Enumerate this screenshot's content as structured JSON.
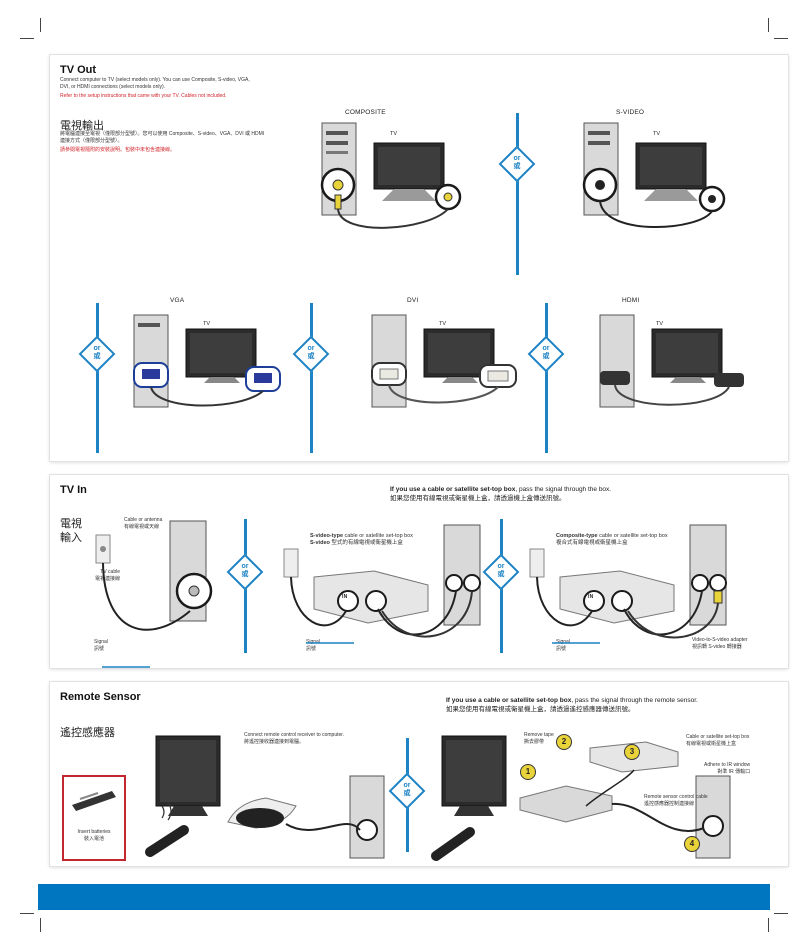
{
  "tv_out": {
    "title": "TV Out",
    "desc_en": "Connect computer to TV (select models only). You can use Composite, S-video, VGA, DVI, or HDMI connections (select models only).",
    "note_en": "Refer to the setup instructions that came with your TV. Cables not included.",
    "title_zh": "電視輸出",
    "desc_zh": "將電腦連接至電視（僅限部分型號）。您可以使用 Composite、S-video、VGA、DVI 或 HDMI 連接方式（僅限部分型號）。",
    "note_zh": "請參閱電視隨附的安裝說明。包裝中未包含連接線。",
    "composite": "COMPOSITE",
    "svideo": "S-VIDEO",
    "vga": "VGA",
    "dvi": "DVI",
    "hdmi": "HDMI",
    "tv": "TV",
    "or_en": "or",
    "or_zh": "或"
  },
  "tv_in": {
    "title": "TV In",
    "title_zh": "電視輸入",
    "stb_note_en_bold": "If you use a cable or satellite set-top box",
    "stb_note_en_rest": ", pass the signal through the box.",
    "stb_note_zh": "如果您使用有線電視或衛星機上盒，請透過機上盒傳送訊號。",
    "antenna_en": "Cable or antenna",
    "antenna_zh": "有線電視或天線",
    "tvcable_en": "TV cable",
    "tvcable_zh": "電視連接線",
    "signal_en": "Signal",
    "signal_zh": "訊號",
    "svideo_box_en_bold": "S-video-type",
    "svideo_box_en_rest": " cable or satellite set-top box",
    "svideo_box_zh_bold": "S-video",
    "svideo_box_zh_rest": " 型式的有線電視或衛星機上盒",
    "composite_box_en_bold": "Composite-type",
    "composite_box_en_rest": " cable or satellite set-top box",
    "composite_box_zh": "複合式有線電視或衛星機上盒",
    "adapter_en": "Video-to-S-video adapter",
    "adapter_zh": "視訊轉 S-video 轉接器",
    "in_label": "IN",
    "or_en": "or",
    "or_zh": "或"
  },
  "remote": {
    "title": "Remote Sensor",
    "title_zh": "遙控感應器",
    "stb_note_en_bold": "If you use a cable or satellite set-top box",
    "stb_note_en_rest": ", pass the signal through the remote sensor.",
    "stb_note_zh": "如果您使用有線電視或衛星機上盒，請透過遙控感應器傳送訊號。",
    "connect_en": "Connect remote control receiver to computer.",
    "connect_zh": "將遙控接收器連接到電腦。",
    "batteries_en": "Insert batteries",
    "batteries_zh": "裝入電池",
    "remove_tape_en": "Remove tape",
    "remove_tape_zh": "撕去膠帶",
    "adhere_box_en": "Cable or satellite set-top box",
    "adhere_box_zh": "有線電視或衛星機上盒",
    "adhere_window_en": "Adhere to IR window",
    "adhere_window_zh": "對準 IR 傳輸口",
    "sensor_cable_en": "Remote sensor control cable",
    "sensor_cable_zh": "遙控感應器控制連接線",
    "step1": "1",
    "step2": "2",
    "step3": "3",
    "step4": "4",
    "or_en": "or",
    "or_zh": "或"
  },
  "colors": {
    "accent_blue": "#1d83c4",
    "bottom_bar": "#0076c0",
    "note_red": "#d2232a",
    "remote_box_border": "#c1272d",
    "composite_yellow": "#e8d33a",
    "svideo_black": "#222222",
    "vga_blue": "#2a3a9c"
  }
}
